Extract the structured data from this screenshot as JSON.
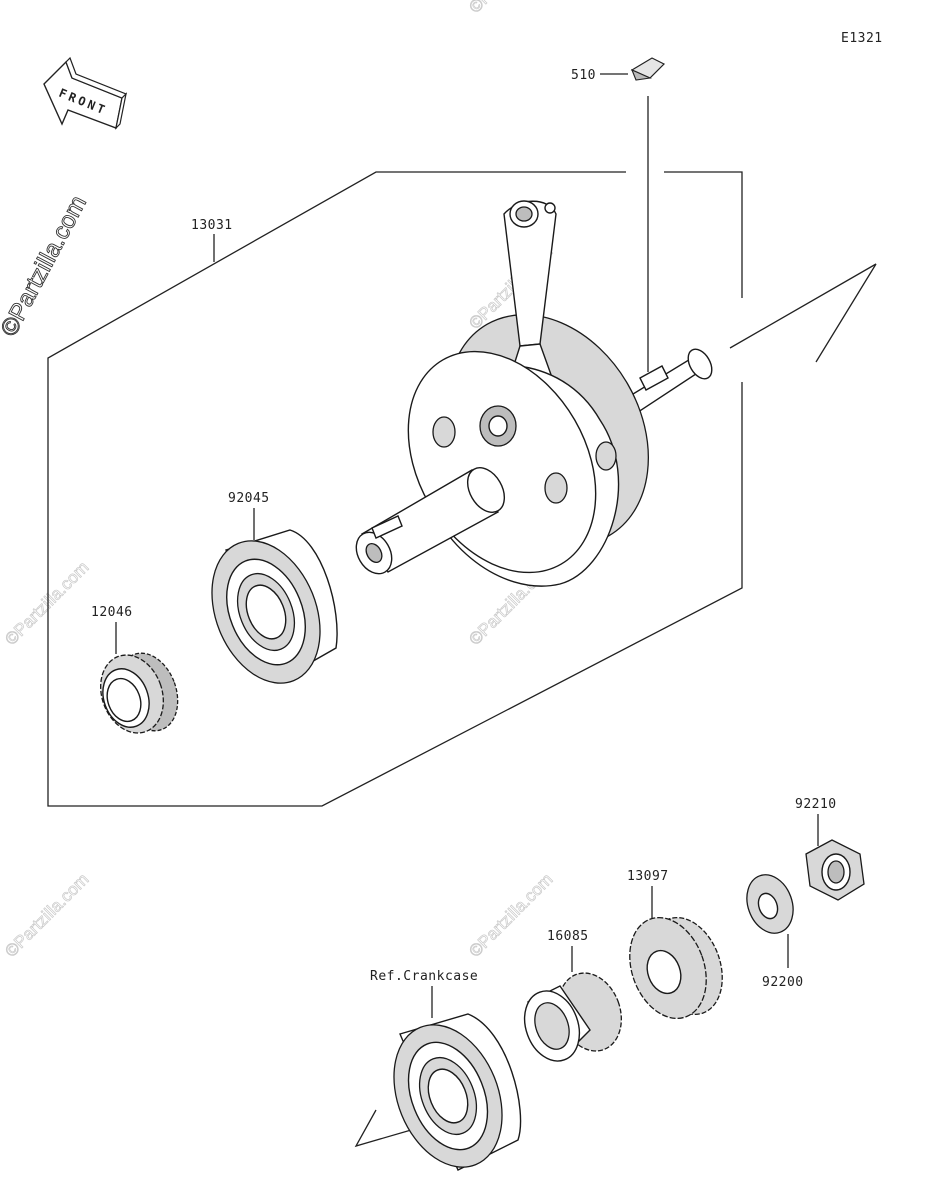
{
  "diagram": {
    "code": "E1321",
    "front_label": "FRONT",
    "watermark": "©Partzilla.com",
    "callouts": {
      "key": "510",
      "crankshaft_assy": "13031",
      "bearing": "92045",
      "gear_12046": "12046",
      "ref_crankcase": "Ref.Crankcase",
      "gear_16085": "16085",
      "gear_13097": "13097",
      "washer": "92200",
      "nut": "92210"
    }
  }
}
